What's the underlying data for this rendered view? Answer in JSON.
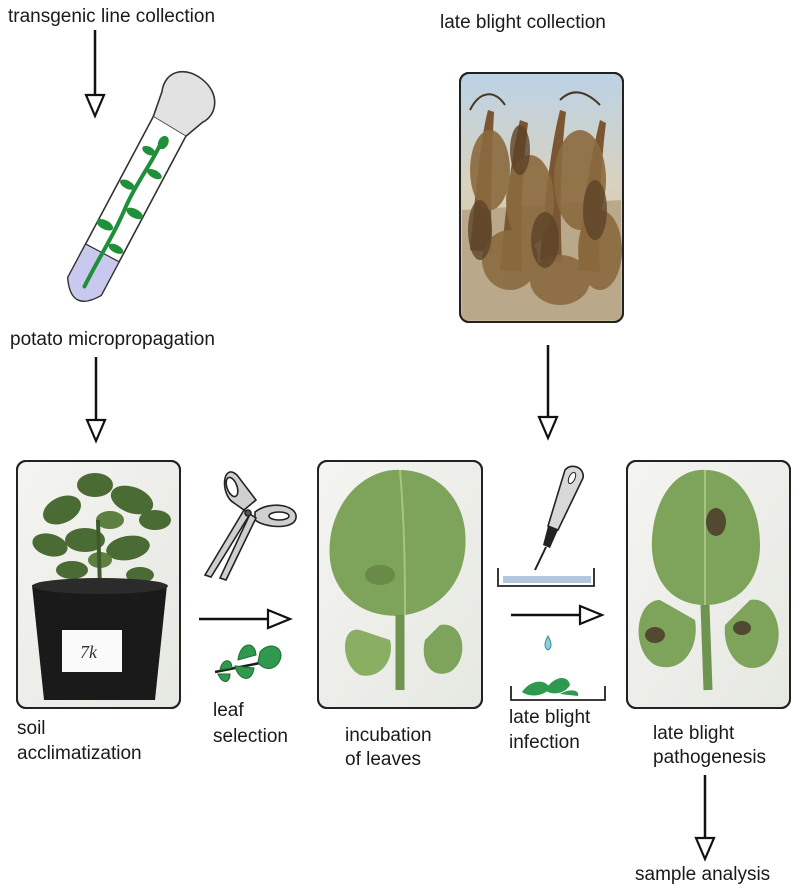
{
  "labels": {
    "transgenic": "transgenic line collection",
    "late_blight_collection": "late blight collection",
    "micropropagation": "potato micropropagation",
    "soil_1": "soil",
    "soil_2": "acclimatization",
    "leaf_1": "leaf",
    "leaf_2": "selection",
    "incub_1": "incubation",
    "incub_2": "of leaves",
    "infection_1": "late blight",
    "infection_2": "infection",
    "patho_1": "late blight",
    "patho_2": "pathogenesis",
    "sample": "sample analysis"
  },
  "photo_text": {
    "pot_label": "7k"
  },
  "colors": {
    "plant_green": "#1f8f3a",
    "medium_lavender": "#c9c8ee",
    "cap_gray": "#e2e2e2",
    "leaf_green": "#7ea35a",
    "blight_brown": "#7a5632",
    "panel_border": "#222222"
  },
  "icons": [
    "test-tube-icon",
    "scissors-icon",
    "leaf-icon",
    "pipette-icon",
    "petri-dish-icon",
    "droplet-icon"
  ]
}
